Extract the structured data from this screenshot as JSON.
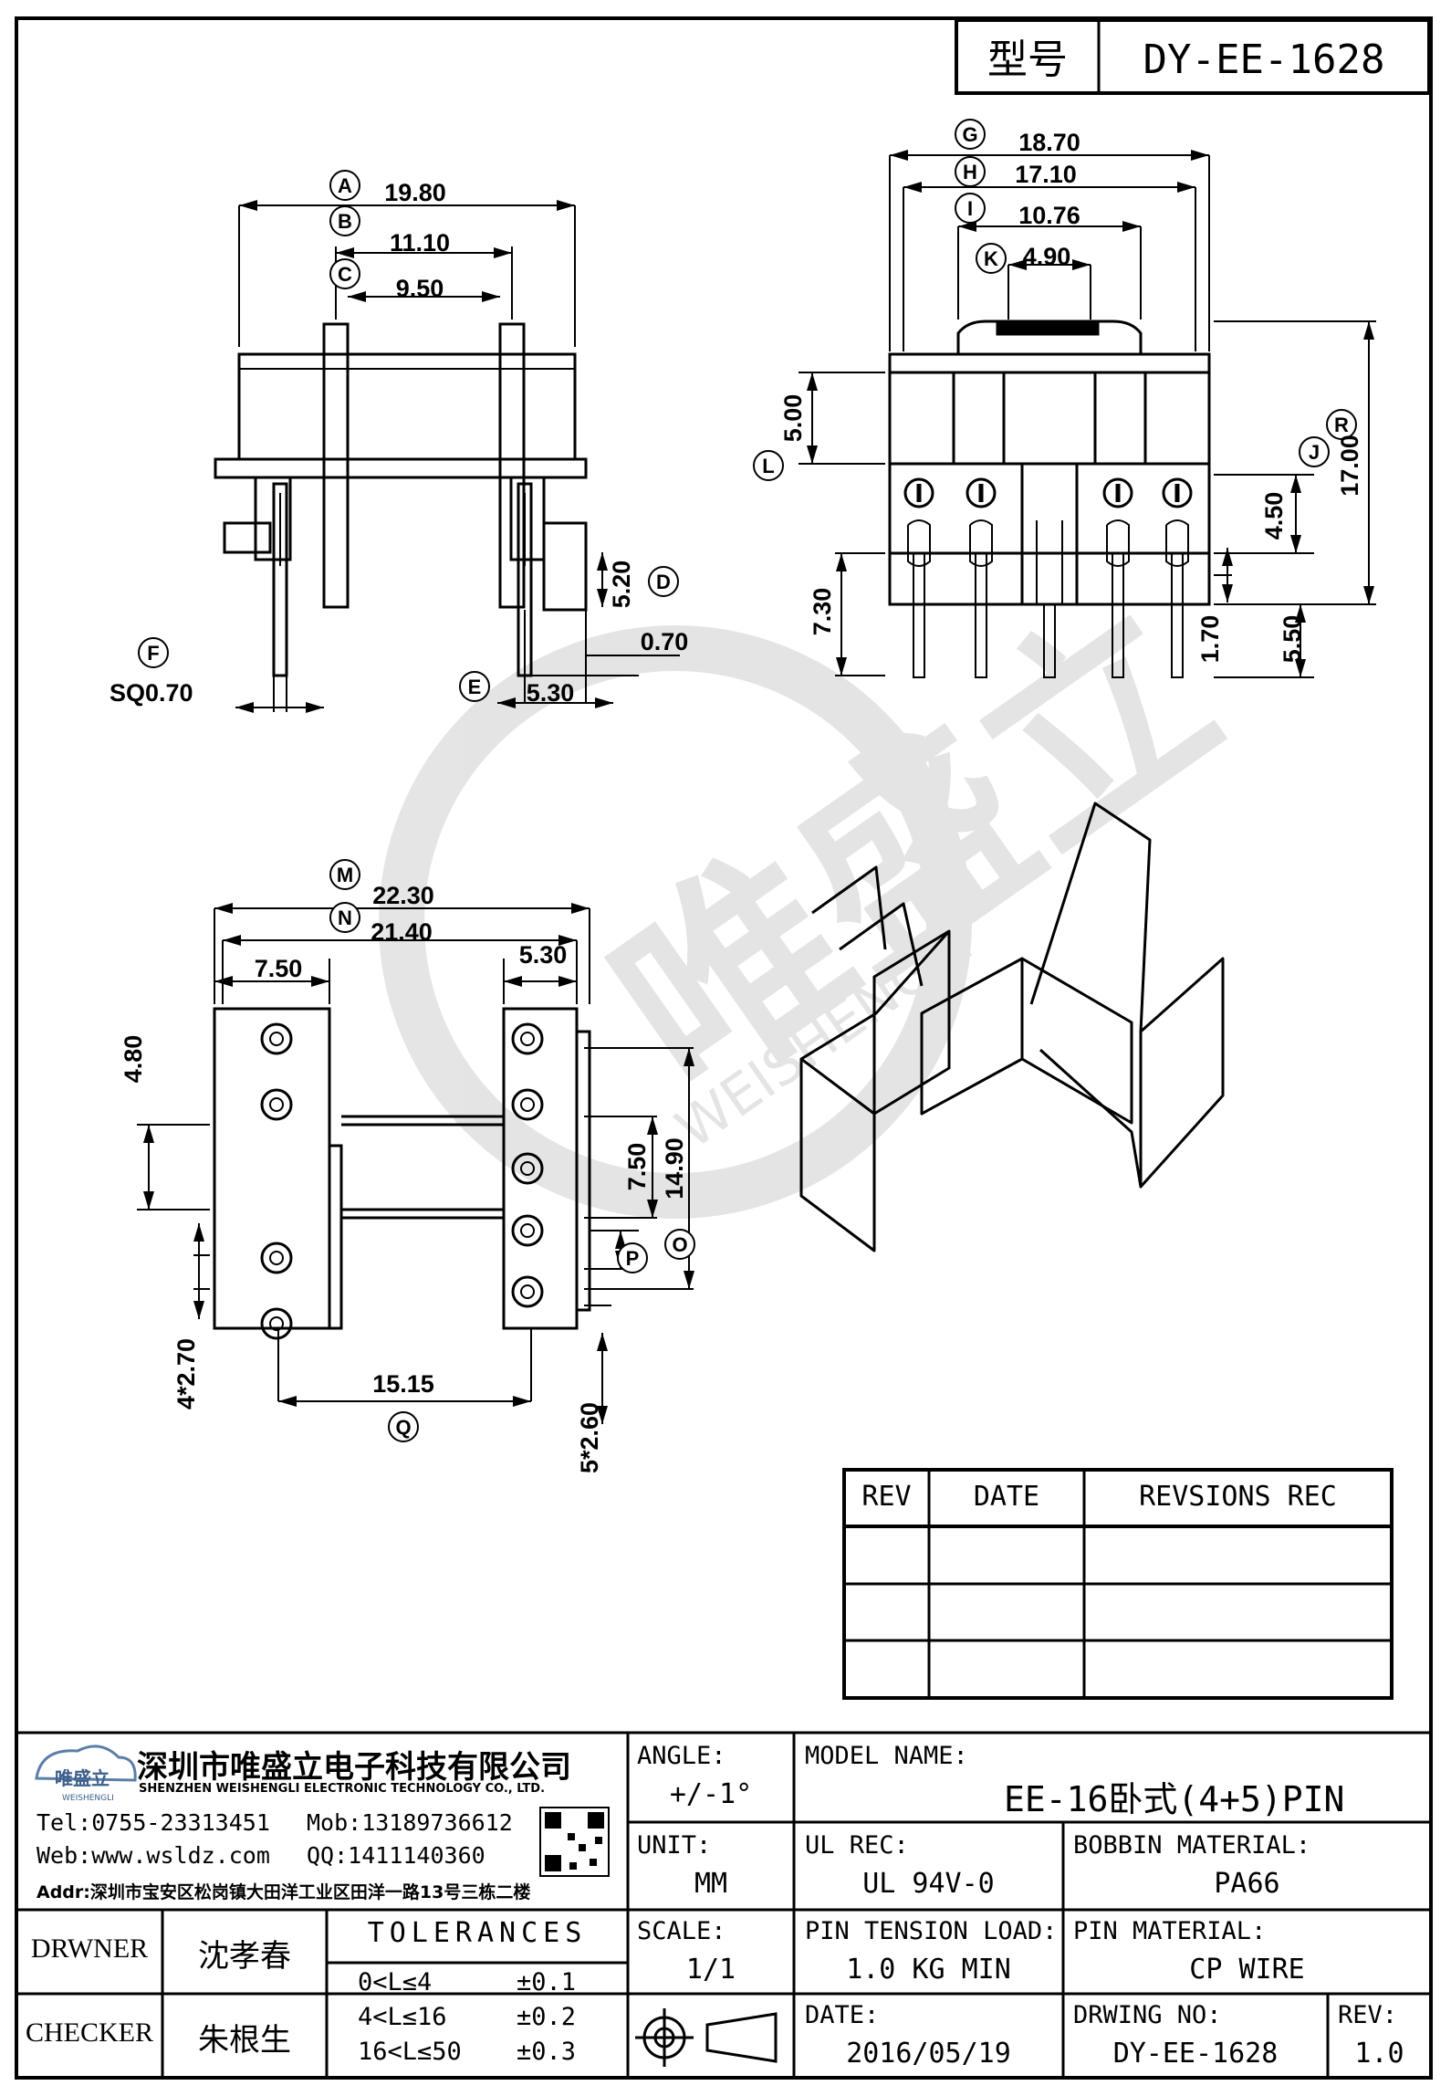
{
  "title_block_top": {
    "label": "型号",
    "part_no": "DY-EE-1628"
  },
  "dims": {
    "A": "19.80",
    "B": "11.10",
    "C": "9.50",
    "D": "5.20",
    "E": "5.30",
    "F": "SQ0.70",
    "d070": "0.70",
    "G": "18.70",
    "H": "17.10",
    "I": "10.76",
    "K": "4.90",
    "L": "5.00",
    "J": "4.50",
    "R": "17.00",
    "d730": "7.30",
    "d170": "1.70",
    "d550": "5.50",
    "M": "22.30",
    "N": "21.40",
    "d750a": "7.50",
    "d530b": "5.30",
    "d480": "4.80",
    "d750b": "7.50",
    "d1490": "14.90",
    "O": "O",
    "P": "P",
    "d4x270": "4*2.70",
    "Q": "15.15",
    "d5x260": "5*2.60"
  },
  "letters": [
    "A",
    "B",
    "C",
    "D",
    "E",
    "F",
    "G",
    "H",
    "I",
    "K",
    "L",
    "J",
    "R",
    "M",
    "N",
    "O",
    "P",
    "Q"
  ],
  "watermark": {
    "brand": "唯盛立",
    "latin": "WEISHENGLI"
  },
  "revisions": {
    "headers": [
      "REV",
      "DATE",
      "REVSIONS REC"
    ],
    "rows": [
      [
        "",
        "",
        ""
      ],
      [
        "",
        "",
        ""
      ],
      [
        "",
        "",
        ""
      ]
    ]
  },
  "company": {
    "logo_cn": "唯盛立",
    "logo_en": "WEISHENGLI",
    "name_cn": "深圳市唯盛立电子科技有限公司",
    "name_en": "SHENZHEN WEISHENGLI ELECTRONIC TECHNOLOGY CO., LTD.",
    "tel": "Tel:0755-23313451",
    "mob": "Mob:13189736612",
    "web": "Web:www.wsldz.com",
    "qq": "QQ:1411140360",
    "addr": "Addr:深圳市宝安区松岗镇大田洋工业区田洋一路13号三栋二楼"
  },
  "title_block": {
    "angle_label": "ANGLE:",
    "angle_value": "+/-1°",
    "model_label": "MODEL NAME:",
    "model_value": "EE-16卧式(4+5)PIN",
    "unit_label": "UNIT:",
    "unit_value": "MM",
    "ul_label": "UL REC:",
    "ul_value": "UL 94V-0",
    "bobbin_label": "BOBBIN MATERIAL:",
    "bobbin_value": "PA66",
    "scale_label": "SCALE:",
    "scale_value": "1/1",
    "tension_label": "PIN TENSION LOAD:",
    "tension_value": "1.0 KG MIN",
    "pinmat_label": "PIN MATERIAL:",
    "pinmat_value": "CP WIRE",
    "date_label": "DATE:",
    "date_value": "2016/05/19",
    "drwno_label": "DRWING NO:",
    "drwno_value": "DY-EE-1628",
    "rev_label": "REV:",
    "rev_value": "1.0",
    "drawer_label": "DRWNER",
    "drawer_value": "沈孝春",
    "checker_label": "CHECKER",
    "checker_value": "朱根生",
    "tol_title": "TOLERANCES",
    "tol_rows": [
      [
        "0<L≤4",
        "±0.1"
      ],
      [
        "4<L≤16",
        "±0.2"
      ],
      [
        "16<L≤50",
        "±0.3"
      ]
    ]
  }
}
